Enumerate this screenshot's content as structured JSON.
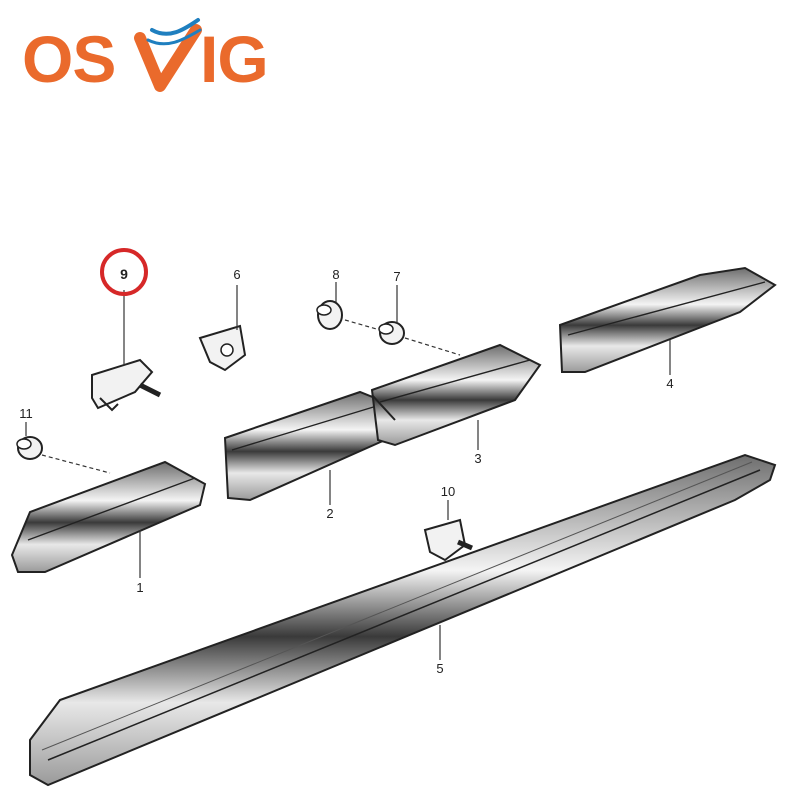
{
  "brand": {
    "logo_text": "OSVIG",
    "logo_color": "#ea6a2c",
    "mark_color": "#1f7fbf"
  },
  "diagram": {
    "highlight_color": "#d62828",
    "highlighted_part": "9",
    "callouts": [
      "1",
      "2",
      "3",
      "4",
      "5",
      "6",
      "7",
      "8",
      "9",
      "10",
      "11"
    ]
  }
}
